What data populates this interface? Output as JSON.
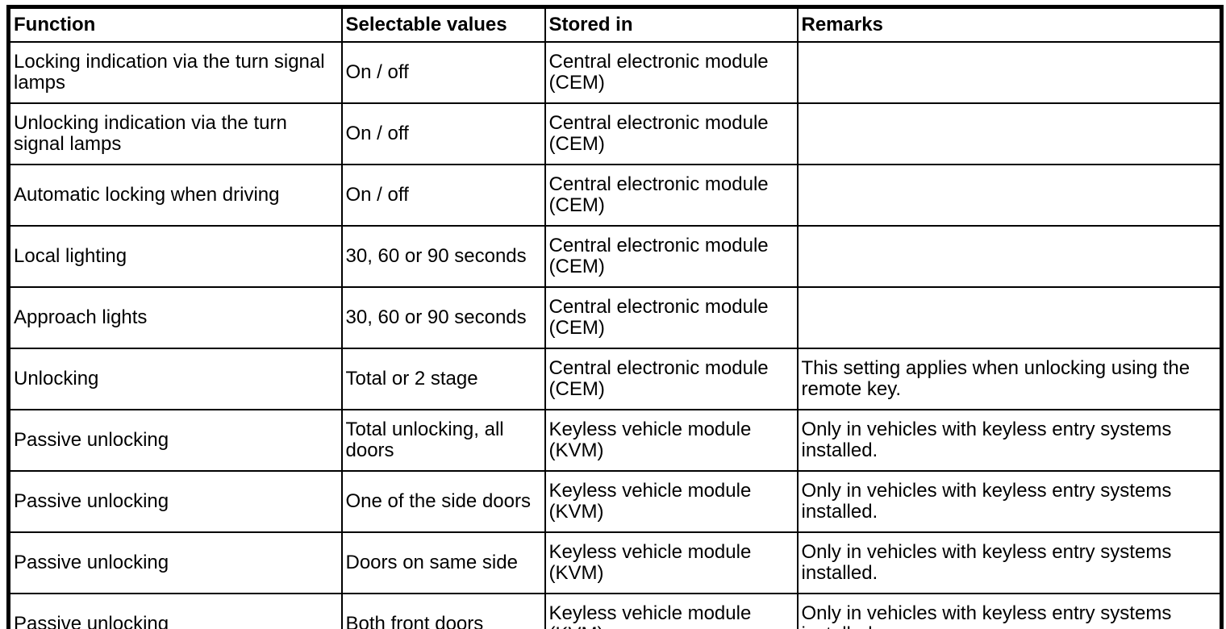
{
  "document": {
    "table": {
      "headers": [
        "Function",
        "Selectable values",
        "Stored in",
        "Remarks"
      ],
      "rows": [
        {
          "function": "Locking indication via the turn signal lamps",
          "selectable_values": "On / off",
          "stored_in": "Central electronic module (CEM)",
          "remarks": ""
        },
        {
          "function": "Unlocking indication via the turn signal lamps",
          "selectable_values": "On / off",
          "stored_in": "Central electronic module (CEM)",
          "remarks": ""
        },
        {
          "function": "Automatic locking when driving",
          "selectable_values": "On / off",
          "stored_in": "Central electronic module (CEM)",
          "remarks": ""
        },
        {
          "function": "Local lighting",
          "selectable_values": "30, 60 or 90 seconds",
          "stored_in": "Central electronic module (CEM)",
          "remarks": ""
        },
        {
          "function": "Approach lights",
          "selectable_values": "30, 60 or 90 seconds",
          "stored_in": "Central electronic module (CEM)",
          "remarks": ""
        },
        {
          "function": "Unlocking",
          "selectable_values": "Total or 2 stage",
          "stored_in": "Central electronic module (CEM)",
          "remarks": "This setting applies when unlocking using the remote key."
        },
        {
          "function": "Passive unlocking",
          "selectable_values": "Total unlocking, all doors",
          "stored_in": "Keyless vehicle module (KVM)",
          "remarks": "Only in vehicles with keyless entry systems installed."
        },
        {
          "function": "Passive unlocking",
          "selectable_values": "One of the side doors",
          "stored_in": "Keyless vehicle module (KVM)",
          "remarks": "Only in vehicles with keyless entry systems installed."
        },
        {
          "function": "Passive unlocking",
          "selectable_values": "Doors on same side",
          "stored_in": "Keyless vehicle module (KVM)",
          "remarks": "Only in vehicles with keyless entry systems installed."
        },
        {
          "function": "Passive unlocking",
          "selectable_values": "Both front doors",
          "stored_in": "Keyless vehicle module (KVM)",
          "remarks": "Only in vehicles with keyless entry systems installed."
        }
      ]
    },
    "colors": {
      "border": "#000000",
      "text": "#000000",
      "background": "#ffffff"
    }
  }
}
